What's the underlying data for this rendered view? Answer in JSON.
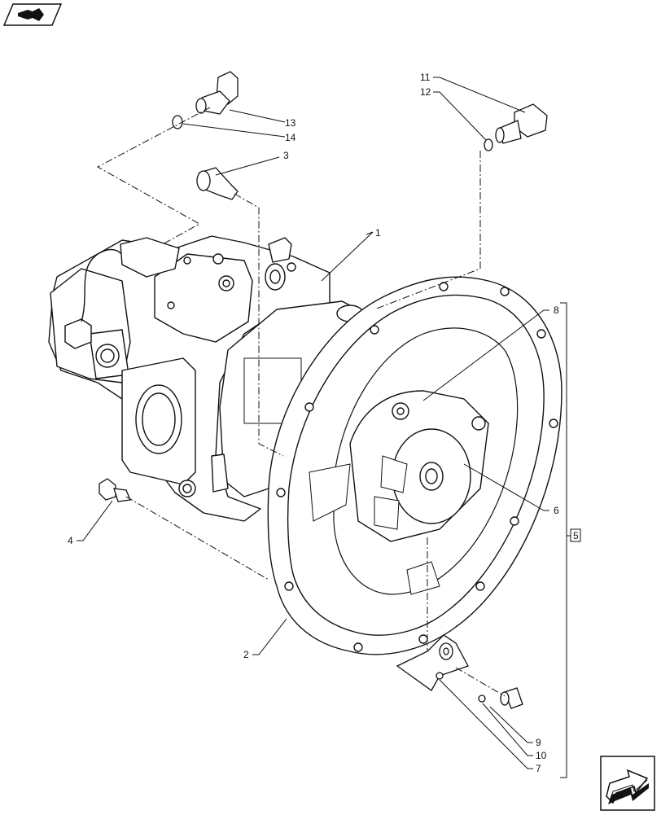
{
  "diagram": {
    "callouts": [
      {
        "id": "1",
        "label": "1"
      },
      {
        "id": "2",
        "label": "2"
      },
      {
        "id": "3",
        "label": "3"
      },
      {
        "id": "4",
        "label": "4"
      },
      {
        "id": "5",
        "label": "5"
      },
      {
        "id": "6",
        "label": "6"
      },
      {
        "id": "7",
        "label": "7"
      },
      {
        "id": "8",
        "label": "8"
      },
      {
        "id": "9",
        "label": "9"
      },
      {
        "id": "10",
        "label": "10"
      },
      {
        "id": "11",
        "label": "11"
      },
      {
        "id": "12",
        "label": "12"
      },
      {
        "id": "13",
        "label": "13"
      },
      {
        "id": "14",
        "label": "14"
      }
    ]
  },
  "nav": {
    "prev_icon": "back-arrow-icon",
    "next_icon": "forward-arrow-icon"
  }
}
